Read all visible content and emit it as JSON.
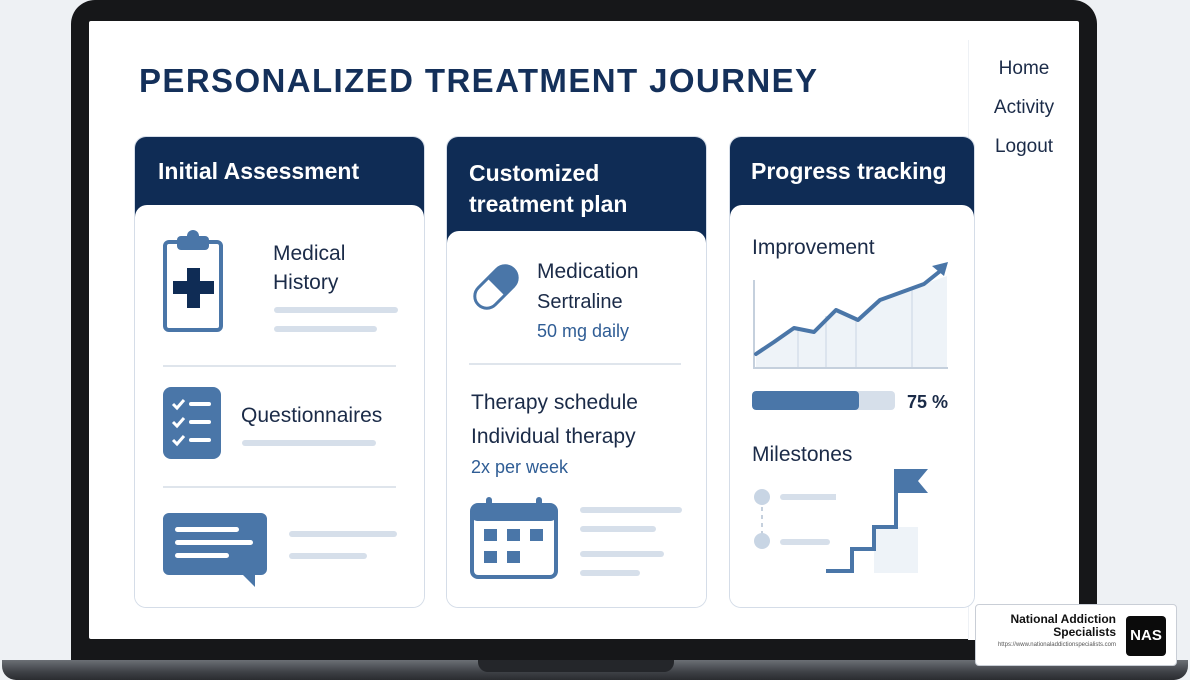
{
  "page": {
    "title": "PERSONALIZED TREATMENT JOURNEY"
  },
  "nav": {
    "items": [
      "Home",
      "Activity",
      "Logout"
    ]
  },
  "cards": {
    "assessment": {
      "title": "Initial Assessment",
      "medical_history_line1": "Medical",
      "medical_history_line2": "History",
      "questionnaires": "Questionnaires"
    },
    "plan": {
      "title_line1": "Customized",
      "title_line2": "treatment plan",
      "medication_label": "Medication",
      "medication_name": "Sertraline",
      "medication_dose": "50 mg daily",
      "therapy_label": "Therapy schedule",
      "therapy_type": "Individual therapy",
      "therapy_frequency": "2x per week"
    },
    "progress": {
      "title": "Progress tracking",
      "improvement_label": "Improvement",
      "progress_value": 0.75,
      "progress_text": "75 %",
      "milestones_label": "Milestones"
    }
  },
  "badge": {
    "name_line1": "National Addiction",
    "name_line2": "Specialists",
    "url": "https://www.nationaladdictionspecialists.com",
    "logo_text": "NAS"
  },
  "icons": [
    "clipboard-icon",
    "checklist-icon",
    "chat-icon",
    "pill-icon",
    "calendar-icon",
    "line-chart-icon",
    "milestone-stairs-icon",
    "flag-icon"
  ],
  "colors": {
    "navy": "#0f2c55",
    "accent_blue": "#4a76a8",
    "light_blue": "#d6dfea"
  }
}
